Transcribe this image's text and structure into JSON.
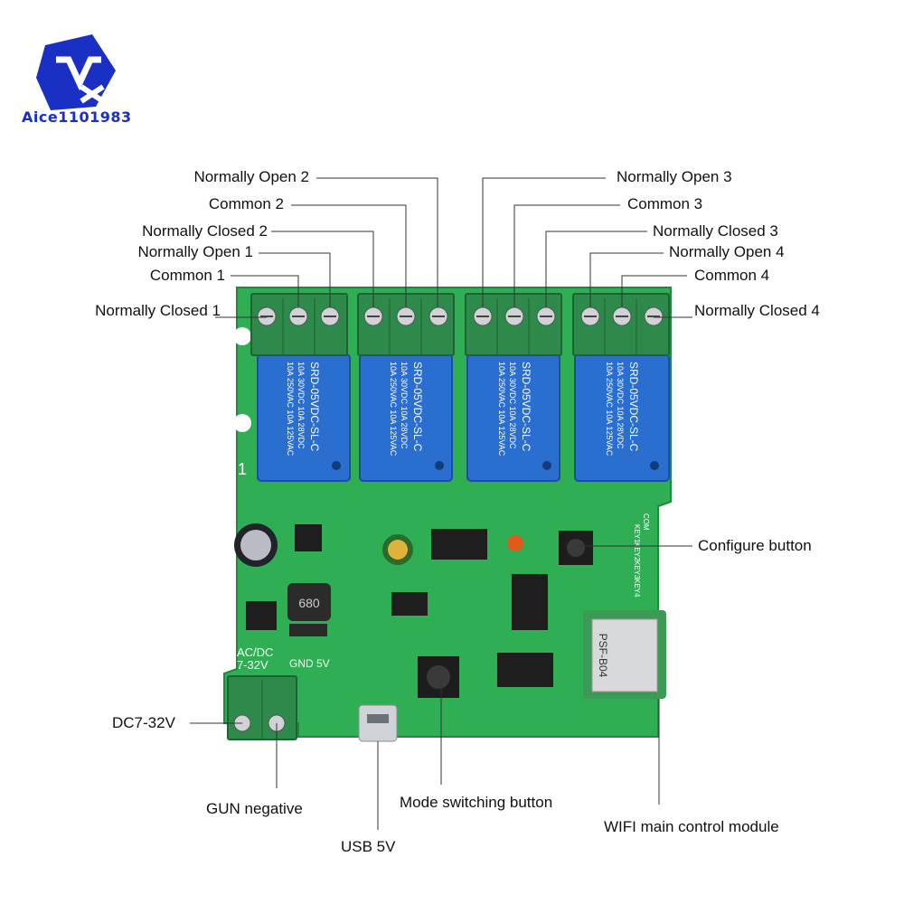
{
  "brand": {
    "name": "Aice1101983",
    "color": "#1a2fc4"
  },
  "board": {
    "color": "#2fae54",
    "relay_color": "#2a6fd0",
    "terminal_color": "#2e8a4a",
    "relay_marks": {
      "model": "SRD-05VDC-SL-C",
      "rating_1": "10A 250VAC  10A 125VAC",
      "rating_2": "10A 30VDC  10A 28VDC"
    },
    "silk": {
      "ac_dc": "AC/DC",
      "voltage": "7-32V",
      "gnd_5v": "GND 5V",
      "number_1": "1",
      "keys": [
        "COM",
        "KEY1",
        "KEY2",
        "KEY3",
        "KEY4"
      ],
      "wifi_module": "PSF-B04",
      "inductor": "680"
    }
  },
  "labels": {
    "no2": "Normally Open 2",
    "com2": "Common 2",
    "nc2": "Normally Closed 2",
    "no1": "Normally Open 1",
    "com1": "Common 1",
    "nc1": "Normally Closed 1",
    "no3": "Normally Open 3",
    "com3": "Common 3",
    "nc3": "Normally Closed 3",
    "no4": "Normally Open 4",
    "com4": "Common 4",
    "nc4": "Normally Closed 4",
    "configure": "Configure button",
    "dc": "DC7-32V",
    "gun": "GUN negative",
    "usb": "USB 5V",
    "mode": "Mode switching button",
    "wifi": "WIFI main control module"
  }
}
